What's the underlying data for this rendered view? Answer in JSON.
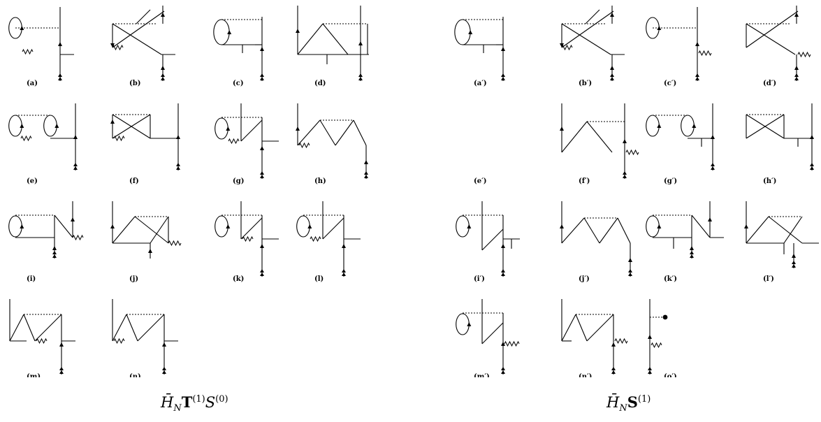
{
  "left_group": {
    "caption_html": "H̄<sub>N</sub><span class=\"bf\">T</span><sup>(1)</sup>S<sup>(0)</sup>",
    "labels": [
      "(a)",
      "(b)",
      "(c)",
      "(d)",
      "(e)",
      "(f)",
      "(g)",
      "(h)",
      "(i)",
      "(j)",
      "(k)",
      "(l)",
      "(m)",
      "(n)"
    ]
  },
  "right_group": {
    "caption_html": "H̄<sub>N</sub><span class=\"bf\">S</span><sup>(1)</sup>",
    "labels": [
      "(a′)",
      "(b′)",
      "(c′)",
      "(d′)",
      "(e′)",
      "(f′)",
      "(g′)",
      "(h′)",
      "(i′)",
      "(j′)",
      "(k′)",
      "(l′)",
      "(m′)",
      "(n′)",
      "(o′)"
    ]
  },
  "diagram_types": {
    "left": [
      "loop-wavy",
      "cross",
      "loop-bar",
      "zig",
      "loop2-wavy",
      "crossbox",
      "loop-diag",
      "zig2-wavy",
      "loop-nwavy",
      "zigx-wavy",
      "loop-diag-wavy",
      "loop-diag",
      "zig-diag",
      "zig-diag-wavy"
    ],
    "right": [
      "loop-bar",
      "cross",
      "loop-wavy-only",
      "cross-wavy",
      "loop-bar-wavy",
      "zig-wavy",
      "loop2-bar",
      "crossbox-bar",
      "loop-diag-bar",
      "zig2",
      "loop-n",
      "zigx",
      "loop-diag-wavy2",
      "zig-bar-wavy",
      "dot"
    ]
  }
}
